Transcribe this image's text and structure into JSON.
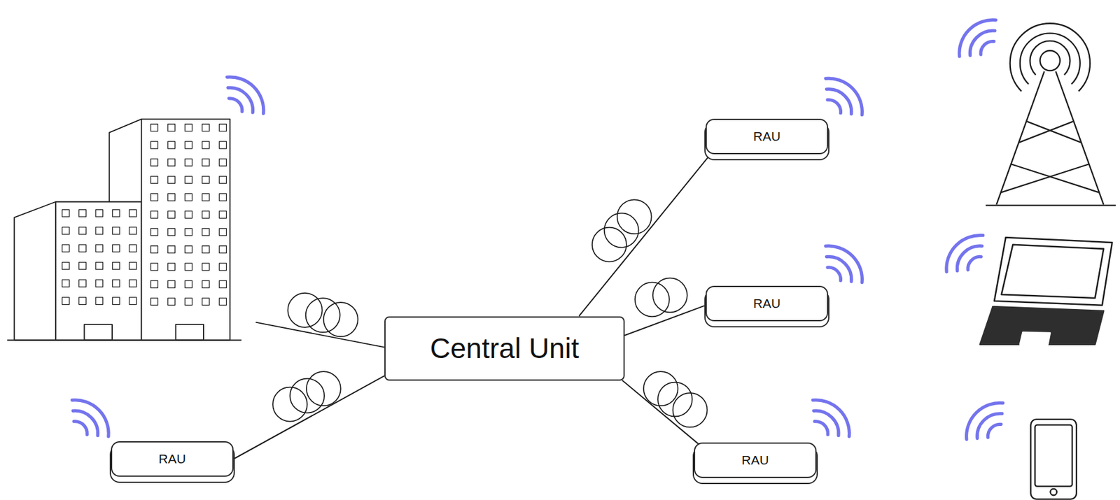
{
  "diagram": {
    "nodes": [
      {
        "text": [
          "RAU"
        ]
      },
      {
        "text": [
          "RAU"
        ]
      },
      {
        "text": [
          "Central Unit"
        ]
      },
      {
        "text": [
          "RAU"
        ]
      },
      {
        "text": [
          "RAU"
        ]
      }
    ],
    "edges": [
      {
        "from": 2,
        "to": 0,
        "arrow": "none"
      },
      {
        "from": 2,
        "to": 1,
        "arrow": "none"
      },
      {
        "from": 2,
        "to": 3,
        "arrow": "none"
      },
      {
        "from": 2,
        "to": 4,
        "arrow": "none"
      }
    ]
  }
}
